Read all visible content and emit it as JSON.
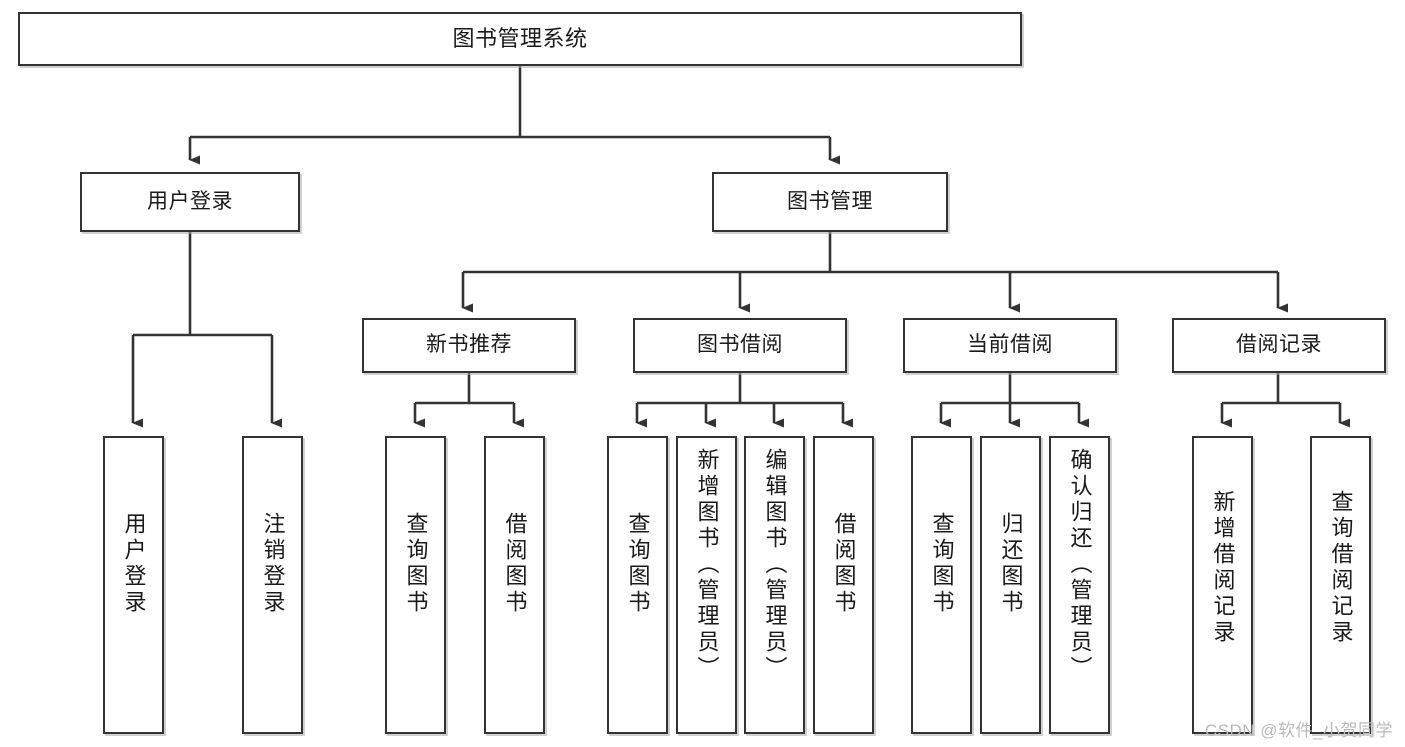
{
  "diagram": {
    "title": "图书管理系统",
    "type": "hierarchy-tree",
    "watermark": "CSDN @软件_小贺同学",
    "colors": {
      "box_border": "#333333",
      "box_fill": "#ffffff",
      "connector": "#333333",
      "text": "#1a1a1a",
      "watermark": "#b9b9b9"
    },
    "levels": {
      "root": "图书管理系统",
      "level2": [
        "用户登录",
        "图书管理"
      ],
      "level3": [
        "新书推荐",
        "图书借阅",
        "当前借阅",
        "借阅记录"
      ]
    },
    "nodes": {
      "root": {
        "label": "图书管理系统"
      },
      "user_login": {
        "label": "用户登录"
      },
      "book_manage": {
        "label": "图书管理"
      },
      "new_book_rec": {
        "label": "新书推荐"
      },
      "book_borrow": {
        "label": "图书借阅"
      },
      "current_borrow": {
        "label": "当前借阅"
      },
      "borrow_record": {
        "label": "借阅记录"
      }
    },
    "leaves": {
      "user_login": [
        {
          "label": "用户登录"
        },
        {
          "label": "注销登录"
        }
      ],
      "new_book_rec": [
        {
          "label": "查询图书"
        },
        {
          "label": "借阅图书"
        }
      ],
      "book_borrow": [
        {
          "label": "查询图书"
        },
        {
          "label": "新增图书（管理员）"
        },
        {
          "label": "编辑图书（管理员）"
        },
        {
          "label": "借阅图书"
        }
      ],
      "current_borrow": [
        {
          "label": "查询图书"
        },
        {
          "label": "归还图书"
        },
        {
          "label": "确认归还（管理员）"
        }
      ],
      "borrow_record": [
        {
          "label": "新增借阅记录"
        },
        {
          "label": "查询借阅记录"
        }
      ]
    }
  }
}
